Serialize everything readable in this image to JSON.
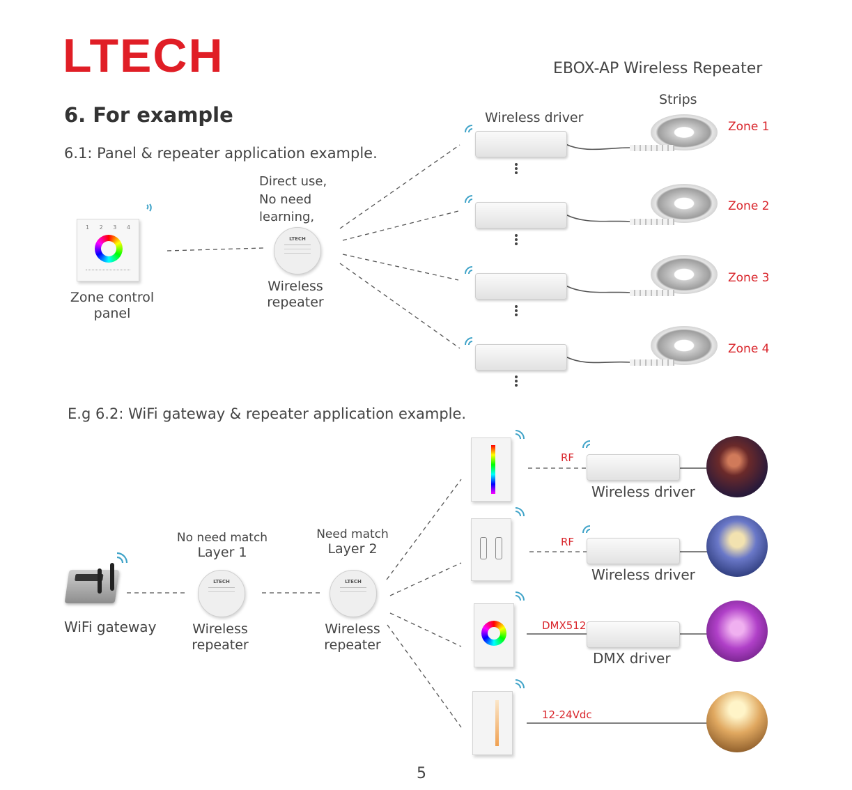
{
  "header": {
    "logo": "LTECH",
    "doc_title": "EBOX-AP  Wireless Repeater"
  },
  "section": {
    "title": "6.  For example",
    "sub1": "6.1: Panel & repeater application example.",
    "sub2": "E.g 6.2: WiFi gateway & repeater application example."
  },
  "example1": {
    "direct_use": [
      "Direct use,",
      "No need",
      "learning,"
    ],
    "panel_label": [
      "Zone control",
      "panel"
    ],
    "repeater_label": [
      "Wireless",
      "repeater"
    ],
    "driver_label": "Wireless driver",
    "strips_label": "Strips",
    "zones": [
      "Zone 1",
      "Zone 2",
      "Zone 3",
      "Zone 4"
    ],
    "device_brand": "LTECH",
    "panel_numbers": [
      "1",
      "2",
      "3",
      "4"
    ]
  },
  "example2": {
    "gateway_label": "WiFi gateway",
    "layer1": [
      "No need match",
      "Layer 1"
    ],
    "layer2": [
      "Need match",
      "Layer 2"
    ],
    "repeater1_label": [
      "Wireless",
      "repeater"
    ],
    "repeater2_label": [
      "Wireless",
      "repeater"
    ],
    "rf1": "RF",
    "rf2": "RF",
    "dmx": "DMX512",
    "vdc": "12-24Vdc",
    "driver1_label": "Wireless driver",
    "driver2_label": "Wireless driver",
    "dmx_driver_label": "DMX driver"
  },
  "footer": {
    "page": "5"
  },
  "colors": {
    "brand": "#e01e26",
    "accent_red": "#d9262c",
    "wifi": "#3fa3c8"
  }
}
